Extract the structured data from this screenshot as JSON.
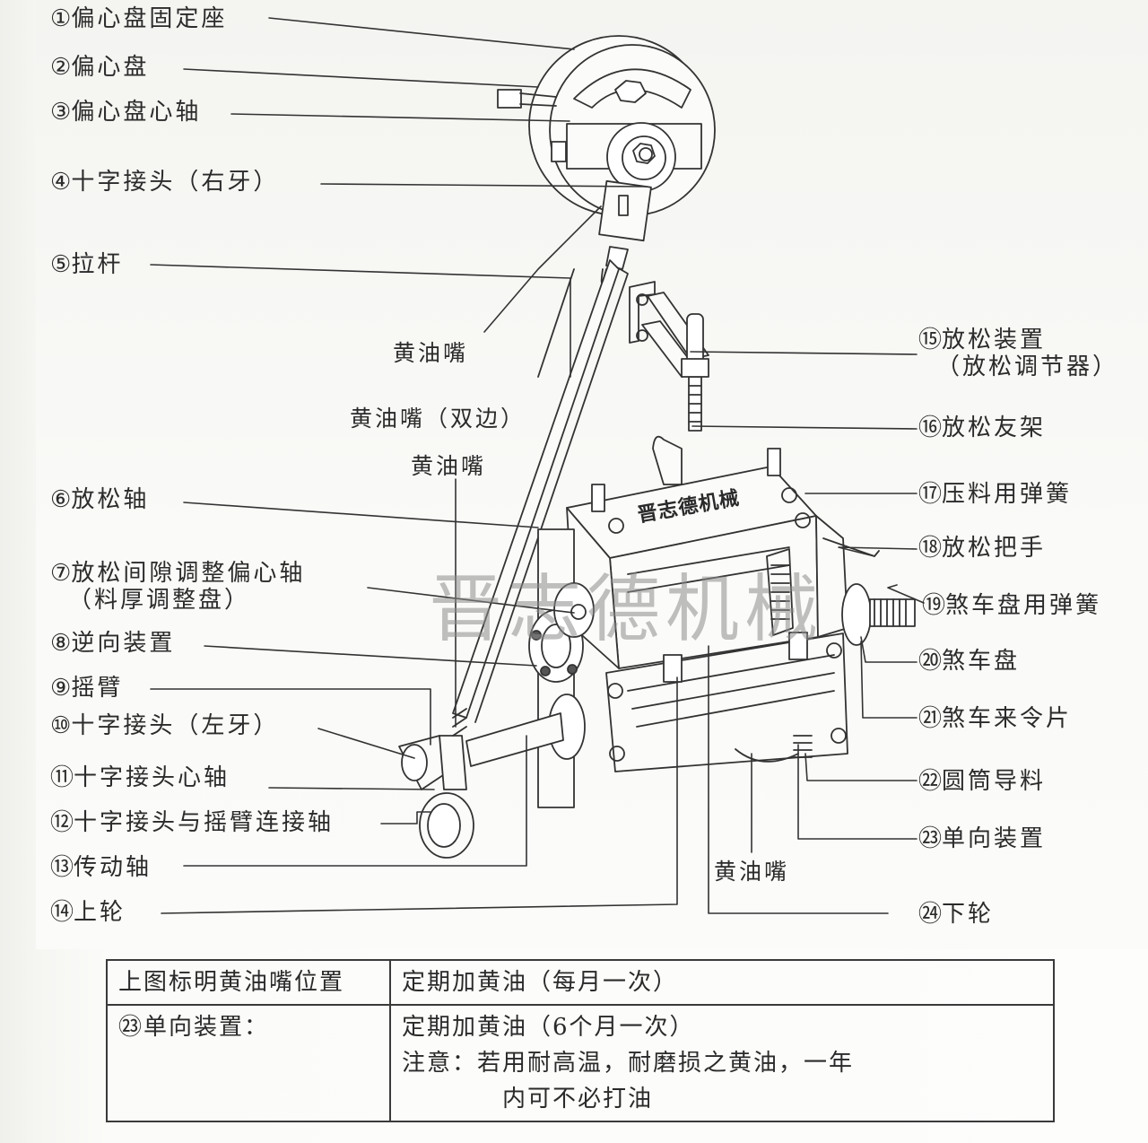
{
  "diagram": {
    "watermark": "晋志德机械",
    "brand_plate": "晋志德机械",
    "parts_left": [
      {
        "num": "①",
        "label": "偏心盘固定座"
      },
      {
        "num": "②",
        "label": "偏心盘"
      },
      {
        "num": "③",
        "label": "偏心盘心轴"
      },
      {
        "num": "④",
        "label": "十字接头（右牙）"
      },
      {
        "num": "⑤",
        "label": "拉杆"
      },
      {
        "num": "⑥",
        "label": "放松轴"
      },
      {
        "num": "⑦",
        "label": "放松间隙调整偏心轴",
        "sub": "（料厚调整盘）"
      },
      {
        "num": "⑧",
        "label": "逆向装置"
      },
      {
        "num": "⑨",
        "label": "摇臂"
      },
      {
        "num": "⑩",
        "label": "十字接头（左牙）"
      },
      {
        "num": "⑪",
        "label": "十字接头心轴"
      },
      {
        "num": "⑫",
        "label": "十字接头与摇臂连接轴"
      },
      {
        "num": "⑬",
        "label": "传动轴"
      },
      {
        "num": "⑭",
        "label": "上轮"
      }
    ],
    "parts_right": [
      {
        "num": "⑮",
        "label": "放松装置",
        "sub": "（放松调节器）"
      },
      {
        "num": "⑯",
        "label": "放松友架"
      },
      {
        "num": "⑰",
        "label": "压料用弹簧"
      },
      {
        "num": "⑱",
        "label": "放松把手"
      },
      {
        "num": "⑲",
        "label": "煞车盘用弹簧"
      },
      {
        "num": "⑳",
        "label": "煞车盘"
      },
      {
        "num": "㉑",
        "label": "煞车来令片"
      },
      {
        "num": "㉒",
        "label": "圆筒导料"
      },
      {
        "num": "㉓",
        "label": "单向装置"
      },
      {
        "num": "㉔",
        "label": "下轮"
      }
    ],
    "grease_labels": [
      "黄油嘴",
      "黄油嘴（双边）",
      "黄油嘴",
      "黄油嘴"
    ]
  },
  "lubrication_table": {
    "rows": [
      {
        "location": "上图标明黄油嘴位置",
        "instruction": "定期加黄油（每月一次）"
      },
      {
        "location": "㉓单向装置：",
        "instruction": "定期加黄油（6个月一次）",
        "note": "注意：若用耐高温，耐磨损之黄油，一年",
        "note_cont": "内可不必打油"
      }
    ]
  }
}
